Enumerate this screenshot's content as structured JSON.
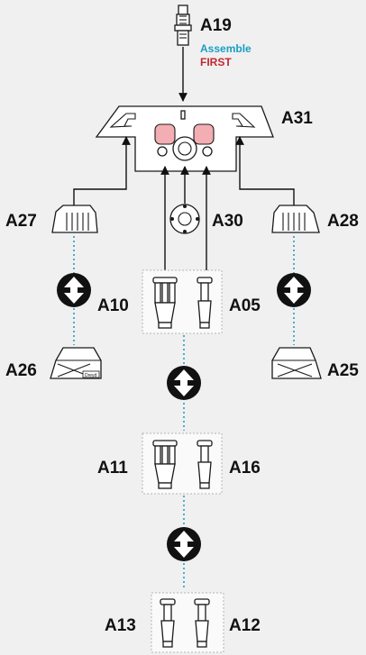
{
  "labels": {
    "a19": "A19",
    "a31": "A31",
    "a27": "A27",
    "a30": "A30",
    "a28": "A28",
    "a10": "A10",
    "a05": "A05",
    "a26": "A26",
    "a25": "A25",
    "a11": "A11",
    "a16": "A16",
    "a13": "A13",
    "a12": "A12"
  },
  "note": {
    "line1": "Assemble",
    "line2": "FIRST"
  },
  "part_tag": "Dreyd",
  "colors": {
    "background": "#f0f0f0",
    "connector_dots": "#3ba6c9",
    "note_line1": "#1a9ec4",
    "note_line2": "#c0292f",
    "highlight_part": "#f2aeb3",
    "swap_badge": "#111111"
  },
  "icons": {
    "swap": "swap-arrows-icon",
    "connector": "arrow-connector"
  }
}
